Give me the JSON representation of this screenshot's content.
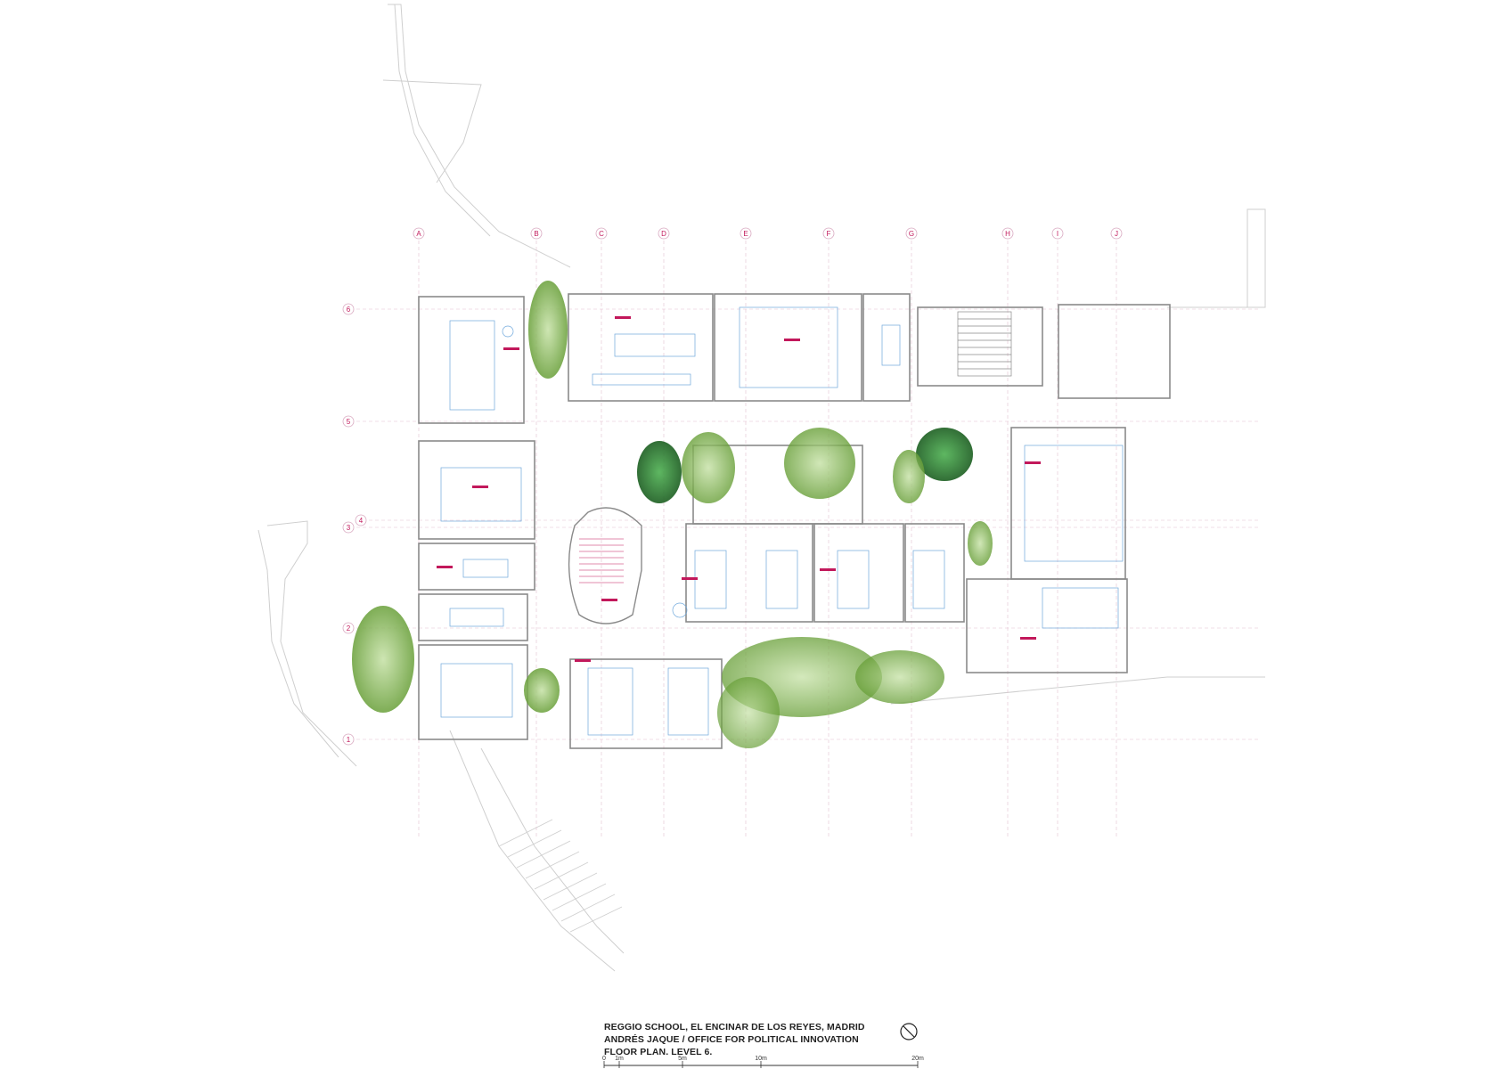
{
  "caption": {
    "line1": "REGGIO SCHOOL, EL ENCINAR DE LOS REYES, MADRID",
    "line2": "ANDRÉS JAQUE / OFFICE FOR POLITICAL INNOVATION",
    "line3": "FLOOR PLAN. LEVEL 6."
  },
  "scale_bar": [
    "0",
    "1m",
    "5m",
    "10m",
    "20m"
  ],
  "grid_columns": [
    "A",
    "B",
    "C",
    "D",
    "E",
    "F",
    "G",
    "H",
    "I",
    "J"
  ],
  "grid_rows": [
    "6",
    "5",
    "4",
    "3",
    "2",
    "1"
  ],
  "colors": {
    "wall": "#8a8a8a",
    "furniture": "#6fa8dc",
    "grid": "#d9a9c0",
    "label": "#c2185b",
    "vegetation_light": "#8bc34a",
    "vegetation_dark": "#2e7d32"
  },
  "icons": {
    "north": "north-arrow-icon"
  }
}
